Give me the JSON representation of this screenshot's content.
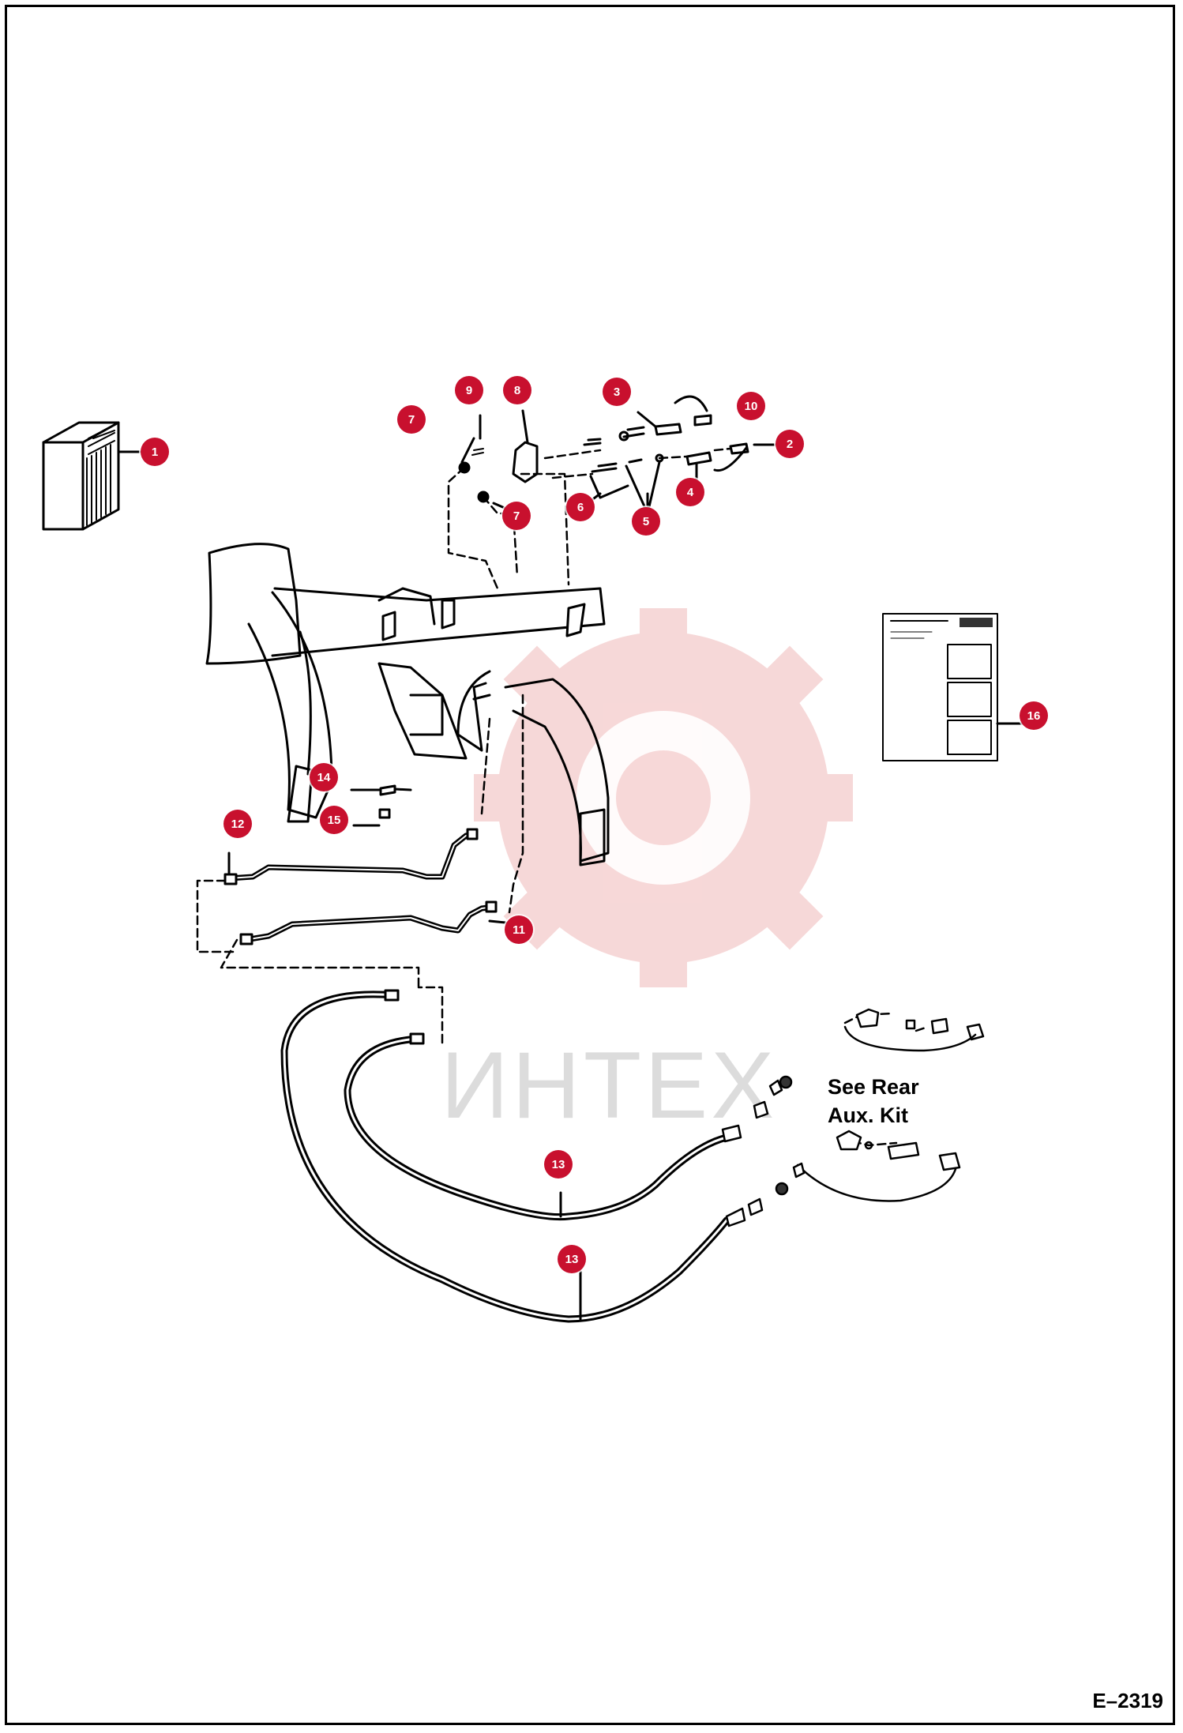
{
  "watermark": "ИНТЕХ",
  "note": {
    "line1": "See Rear",
    "line2": "Aux. Kit"
  },
  "figure_code": "E–2319",
  "callouts": [
    {
      "label": "1"
    },
    {
      "label": "2"
    },
    {
      "label": "3"
    },
    {
      "label": "4"
    },
    {
      "label": "5"
    },
    {
      "label": "6"
    },
    {
      "label": "7"
    },
    {
      "label": "7"
    },
    {
      "label": "8"
    },
    {
      "label": "9"
    },
    {
      "label": "10"
    },
    {
      "label": "11"
    },
    {
      "label": "12"
    },
    {
      "label": "13"
    },
    {
      "label": "13"
    },
    {
      "label": "14"
    },
    {
      "label": "15"
    },
    {
      "label": "16"
    }
  ],
  "colors": {
    "callout": "#c8102e",
    "watermark": "#f3c6c6",
    "line": "#000000"
  }
}
